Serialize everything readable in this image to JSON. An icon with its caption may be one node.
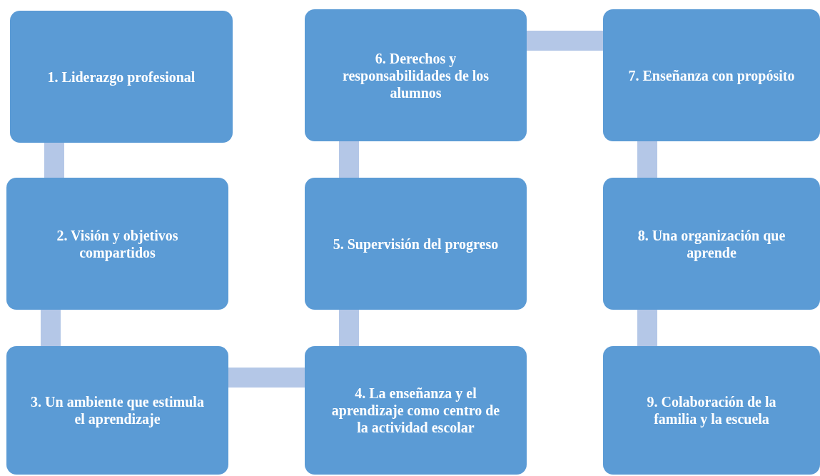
{
  "diagram": {
    "nodes": [
      {
        "text": [
          "1. Liderazgo profesional"
        ]
      },
      {
        "text": [
          "2. Visión y objetivos compartidos"
        ]
      },
      {
        "text": [
          "3. Un ambiente que estimula el aprendizaje"
        ]
      },
      {
        "text": [
          "4. La enseñanza y el aprendizaje como centro de la actividad escolar"
        ]
      },
      {
        "text": [
          "5. Supervisión del progreso"
        ]
      },
      {
        "text": [
          "6. Derechos y responsabilidades de los alumnos"
        ]
      },
      {
        "text": [
          "7. Enseñanza con propósito"
        ]
      },
      {
        "text": [
          "8. Una organización que aprende"
        ]
      },
      {
        "text": [
          "9. Colaboración de la familia y la escuela"
        ]
      }
    ],
    "edges": [
      {
        "from": 0,
        "to": 1,
        "arrow": "none"
      },
      {
        "from": 1,
        "to": 2,
        "arrow": "none"
      },
      {
        "from": 2,
        "to": 3,
        "arrow": "none"
      },
      {
        "from": 3,
        "to": 4,
        "arrow": "none"
      },
      {
        "from": 4,
        "to": 5,
        "arrow": "none"
      },
      {
        "from": 5,
        "to": 6,
        "arrow": "none"
      },
      {
        "from": 6,
        "to": 7,
        "arrow": "none"
      },
      {
        "from": 7,
        "to": 8,
        "arrow": "none"
      }
    ]
  }
}
